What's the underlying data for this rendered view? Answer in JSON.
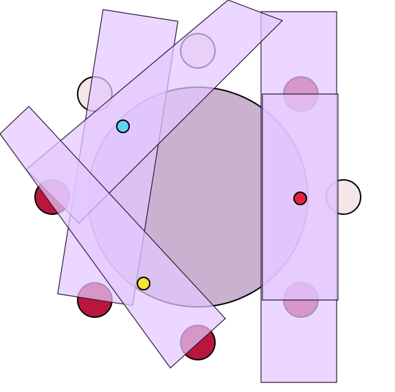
{
  "diagram": {
    "background": "#ffffff",
    "colors": {
      "big_circle_fill": "#c9b1cf",
      "big_circle_stroke": "#000000",
      "panel_fill": "#e3c8ff",
      "panel_stroke": "#2a1a3a",
      "dot_dark_red": "#b8163a",
      "dot_light_pink": "#f5e6e8",
      "dot_cyan": "#5fd6f0",
      "dot_yellow": "#f5e632",
      "dot_red": "#e8203e"
    },
    "elements": {
      "big_circle": {
        "shape": "circle",
        "color_key": "big_circle_fill"
      },
      "panels": [
        {
          "name": "panel-right-tall",
          "shape": "rectangle",
          "orientation": "vertical"
        },
        {
          "name": "panel-right-short",
          "shape": "rectangle",
          "orientation": "vertical"
        },
        {
          "name": "panel-left-tilted",
          "shape": "rectangle",
          "orientation": "tilted"
        },
        {
          "name": "panel-top-diagonal",
          "shape": "rectangle",
          "orientation": "diagonal"
        },
        {
          "name": "panel-left-diagonal",
          "shape": "rectangle",
          "orientation": "diagonal"
        }
      ],
      "dots": [
        {
          "name": "dot-top-right",
          "color_key": "dot_dark_red"
        },
        {
          "name": "dot-right-middle-light",
          "color_key": "dot_light_pink"
        },
        {
          "name": "dot-right-bottom",
          "color_key": "dot_dark_red"
        },
        {
          "name": "dot-top-light",
          "color_key": "dot_light_pink"
        },
        {
          "name": "dot-top-left-light",
          "color_key": "dot_light_pink"
        },
        {
          "name": "dot-left",
          "color_key": "dot_dark_red"
        },
        {
          "name": "dot-bottom-left",
          "color_key": "dot_dark_red"
        },
        {
          "name": "dot-bottom",
          "color_key": "dot_dark_red"
        },
        {
          "name": "dot-cyan",
          "color_key": "dot_cyan"
        },
        {
          "name": "dot-yellow",
          "color_key": "dot_yellow"
        },
        {
          "name": "dot-red-small",
          "color_key": "dot_red"
        }
      ]
    }
  }
}
